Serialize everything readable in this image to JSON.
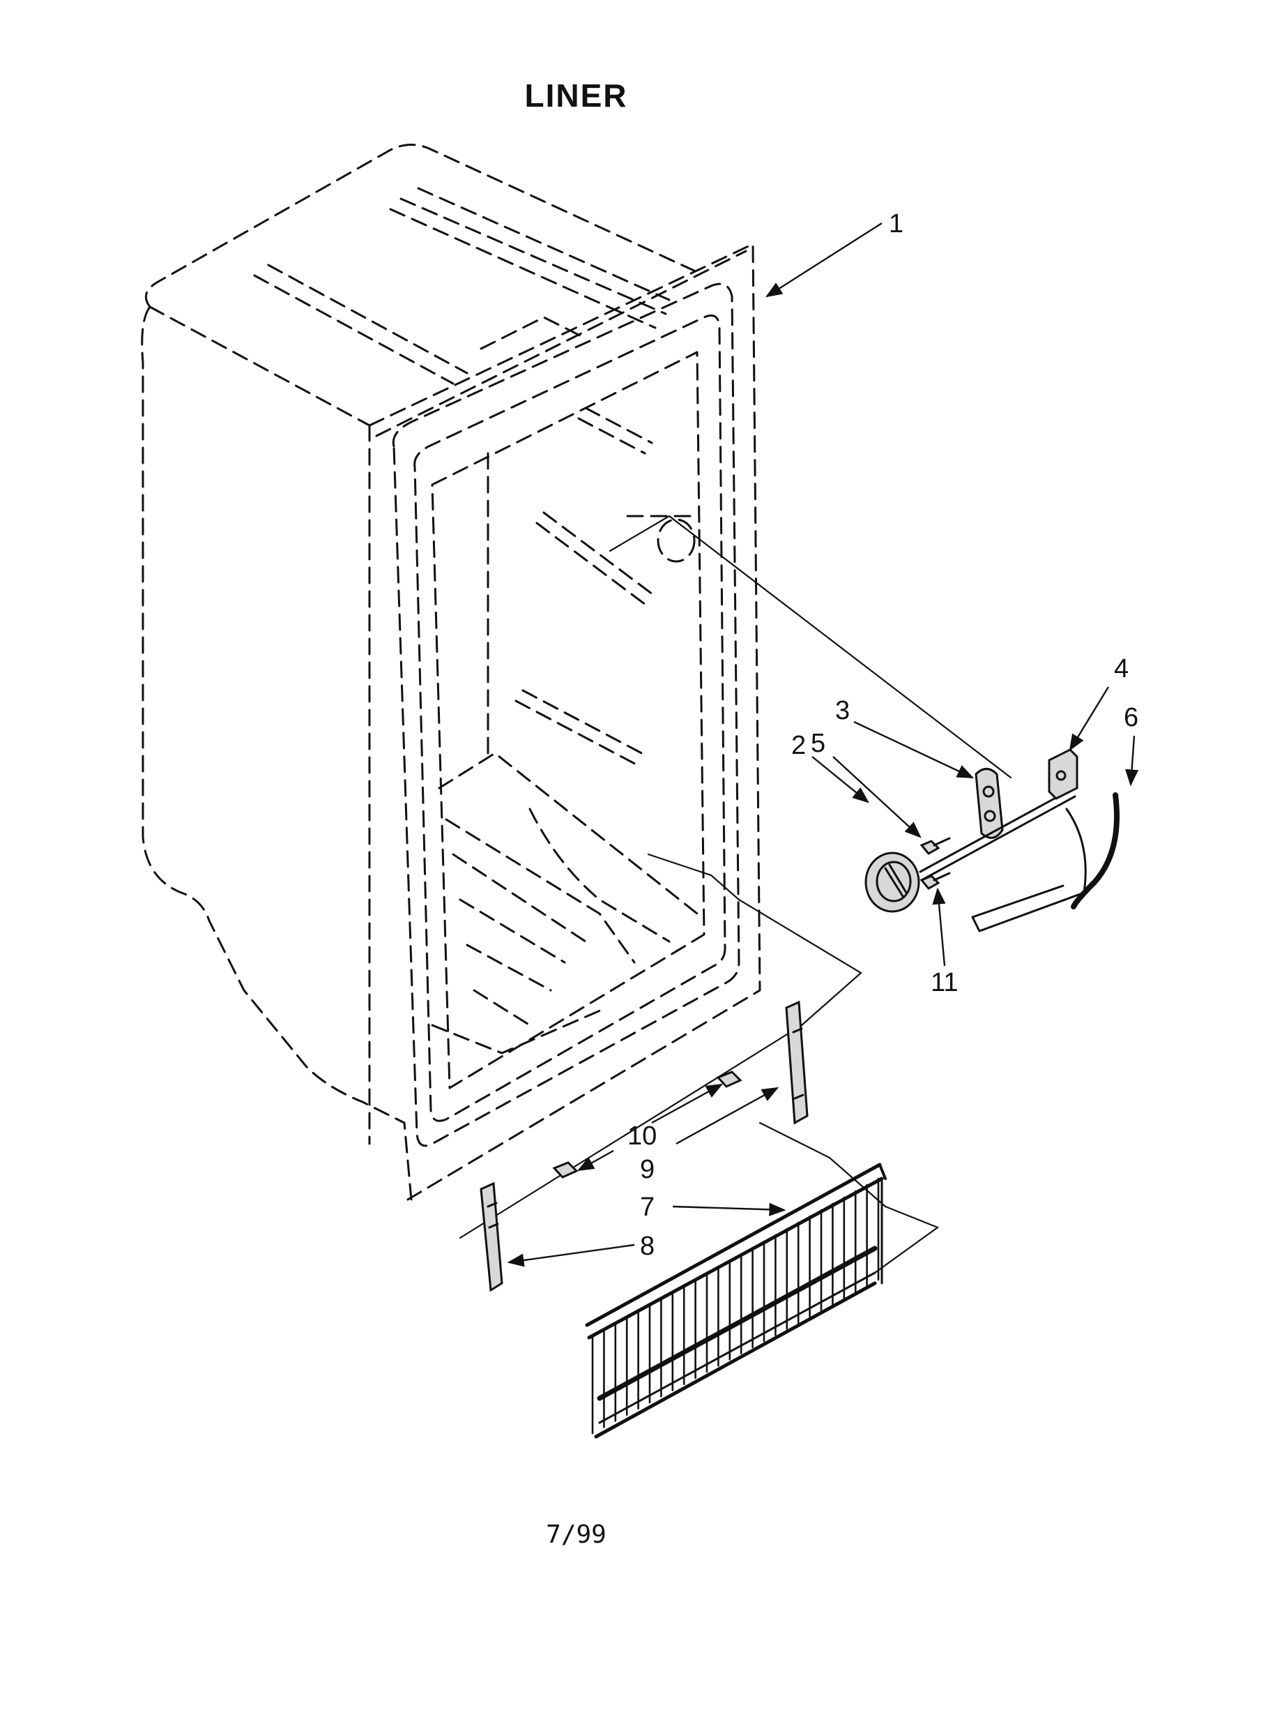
{
  "title": "LINER",
  "footer": "7/99",
  "callouts": [
    {
      "id": "1",
      "label": "1"
    },
    {
      "id": "2",
      "label": "2"
    },
    {
      "id": "3",
      "label": "3"
    },
    {
      "id": "4",
      "label": "4"
    },
    {
      "id": "5",
      "label": "5"
    },
    {
      "id": "6",
      "label": "6"
    },
    {
      "id": "7",
      "label": "7"
    },
    {
      "id": "8",
      "label": "8"
    },
    {
      "id": "9",
      "label": "9"
    },
    {
      "id": "10",
      "label": "10"
    },
    {
      "id": "11",
      "label": "11"
    }
  ]
}
